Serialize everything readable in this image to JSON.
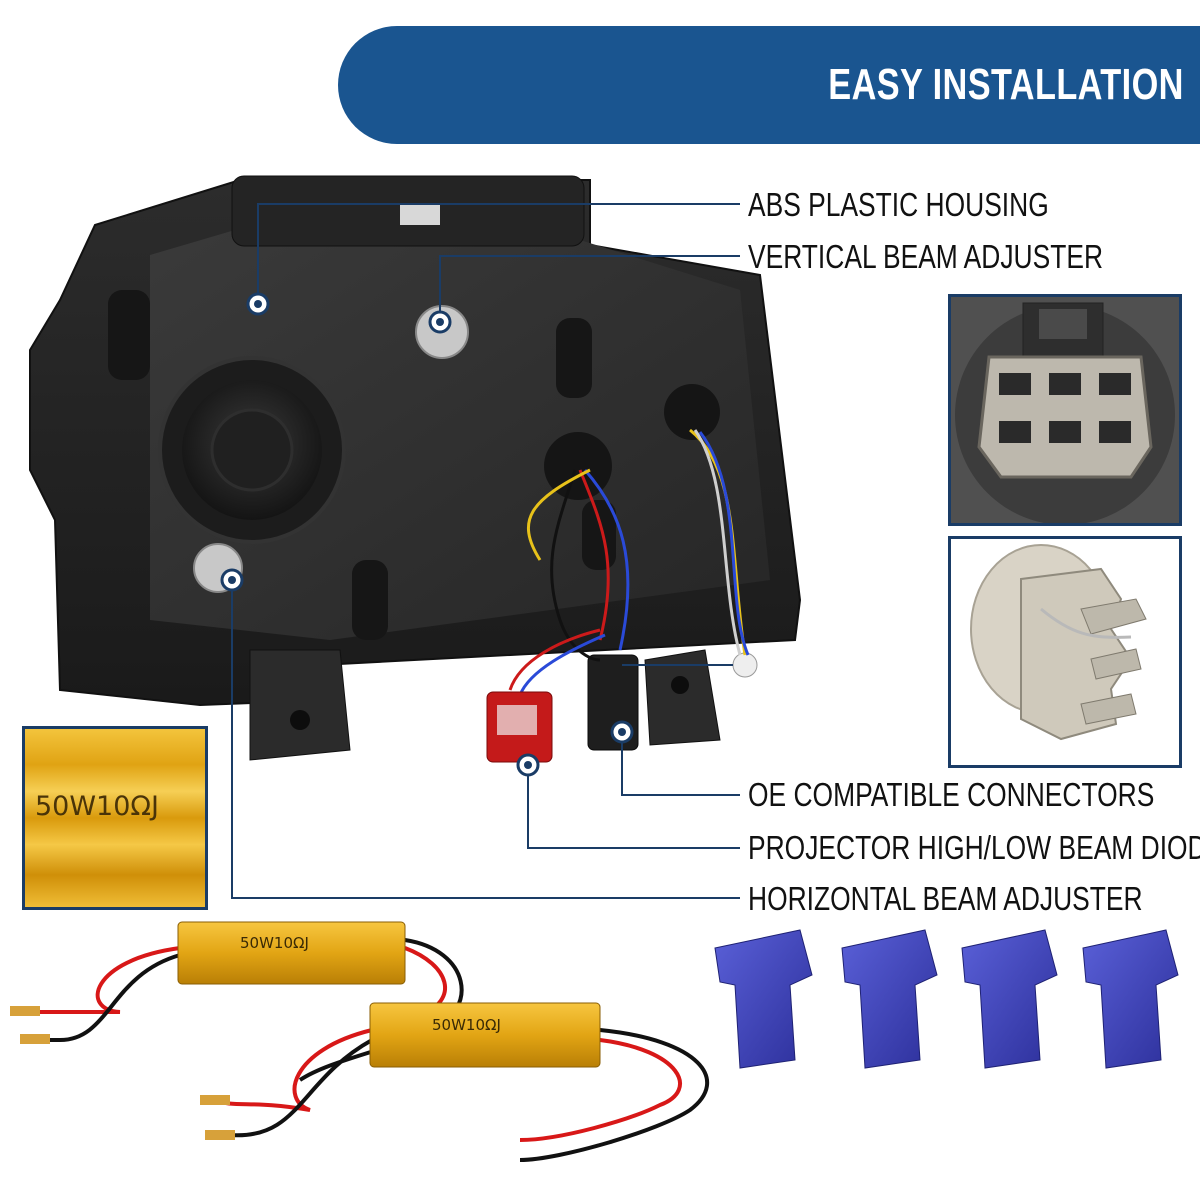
{
  "banner": {
    "title": "EASY INSTALLATION"
  },
  "callouts": [
    {
      "label": "ABS PLASTIC HOUSING"
    },
    {
      "label": "VERTICAL BEAM ADJUSTER"
    },
    {
      "label": "OE COMPATIBLE CONNECTORS"
    },
    {
      "label": "PROJECTOR HIGH/LOW BEAM DIODE"
    },
    {
      "label": "HORIZONTAL BEAM ADJUSTER"
    }
  ],
  "resistor": {
    "marking": "50W10ΩJ"
  },
  "colors": {
    "banner": "#1a5590",
    "callout_line": "#1a3c66",
    "resistor": "#e2a514",
    "wire": "#d81818",
    "tap": "#3a3fb0"
  },
  "icons": [
    "headlight-housing",
    "connector-plug",
    "bulb-socket",
    "load-resistor",
    "wire-tap"
  ]
}
